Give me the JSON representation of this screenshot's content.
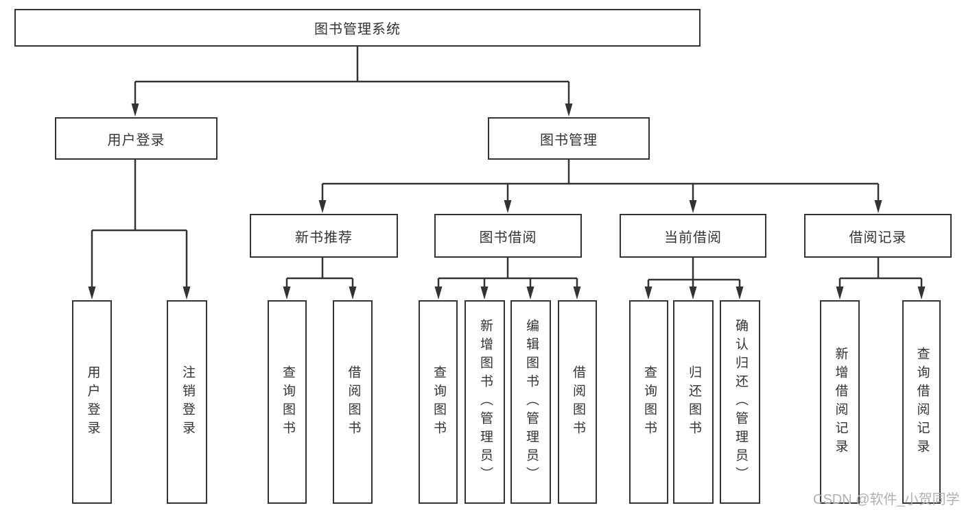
{
  "tree": {
    "root": {
      "label": "图书管理系统"
    },
    "children": [
      {
        "label": "用户登录",
        "children": [
          {
            "label": "用户登录"
          },
          {
            "label": "注销登录"
          }
        ]
      },
      {
        "label": "图书管理",
        "children": [
          {
            "label": "新书推荐",
            "children": [
              {
                "label": "查询图书"
              },
              {
                "label": "借阅图书"
              }
            ]
          },
          {
            "label": "图书借阅",
            "children": [
              {
                "label": "查询图书"
              },
              {
                "label": "新增图书（管理员）"
              },
              {
                "label": "编辑图书（管理员）"
              },
              {
                "label": "借阅图书"
              }
            ]
          },
          {
            "label": "当前借阅",
            "children": [
              {
                "label": "查询图书"
              },
              {
                "label": "归还图书"
              },
              {
                "label": "确认归还（管理员）"
              }
            ]
          },
          {
            "label": "借阅记录",
            "children": [
              {
                "label": "新增借阅记录"
              },
              {
                "label": "查询借阅记录"
              }
            ]
          }
        ]
      }
    ]
  },
  "watermark": {
    "text": "CSDN @软件_小贺同学"
  },
  "colors": {
    "line": "#333333",
    "text": "#333333",
    "box_background": "#ffffff",
    "watermark": "#b0b0b0",
    "background": "#ffffff"
  }
}
